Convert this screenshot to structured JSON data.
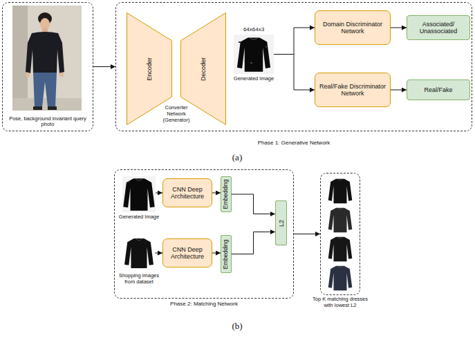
{
  "diagram": {
    "nodes": [
      {
        "text": [
          "Pose, background invariant query photo"
        ]
      },
      {
        "text": [
          "Phase 1: Generative Network"
        ]
      },
      {
        "text": [
          "Encoder"
        ],
        "in": 1
      },
      {
        "text": [
          "Decoder"
        ],
        "in": 1
      },
      {
        "text": [
          "64x64x3",
          "Generated Image"
        ],
        "in": 1
      },
      {
        "text": [
          "Domain Discriminator Network"
        ],
        "in": 1
      },
      {
        "text": [
          "Associated/ Unassociated"
        ],
        "in": 1
      },
      {
        "text": [
          "Real/Fake Discriminator Network"
        ],
        "in": 1
      },
      {
        "text": [
          "Real/Fake"
        ],
        "in": 1
      },
      {
        "text": [
          "Phase 2: Matching Network"
        ]
      },
      {
        "text": [
          "Generated Image"
        ],
        "in": 9
      },
      {
        "text": [
          "CNN Deep Architecture"
        ],
        "in": 9
      },
      {
        "text": [
          "Embedding"
        ],
        "in": 9
      },
      {
        "text": [
          "Shopping images from dataset"
        ],
        "in": 9
      },
      {
        "text": [
          "CNN Deep Architecture"
        ],
        "in": 9
      },
      {
        "text": [
          "Embedding"
        ],
        "in": 9
      },
      {
        "text": [
          "L2"
        ],
        "in": 9
      },
      {
        "text": [
          "Top K matching dresses with lowest L2"
        ]
      }
    ],
    "edges": [
      {
        "from": 0,
        "to": 1,
        "arrow": "to"
      },
      {
        "from": 4,
        "to": 5,
        "arrow": "to"
      },
      {
        "from": 4,
        "to": 7,
        "arrow": "to"
      },
      {
        "from": 5,
        "to": 6,
        "arrow": "to"
      },
      {
        "from": 7,
        "to": 8,
        "arrow": "to"
      },
      {
        "from": 10,
        "to": 11,
        "arrow": "to"
      },
      {
        "from": 11,
        "to": 12,
        "arrow": "to"
      },
      {
        "from": 13,
        "to": 14,
        "arrow": "to"
      },
      {
        "from": 14,
        "to": 15,
        "arrow": "to"
      },
      {
        "from": 12,
        "to": 16,
        "arrow": "to"
      },
      {
        "from": 15,
        "to": 16,
        "arrow": "to"
      },
      {
        "from": 9,
        "to": 17,
        "arrow": "to"
      }
    ],
    "labels": [
      "Converter Network (Generator)",
      "(a)",
      "(b)"
    ]
  }
}
